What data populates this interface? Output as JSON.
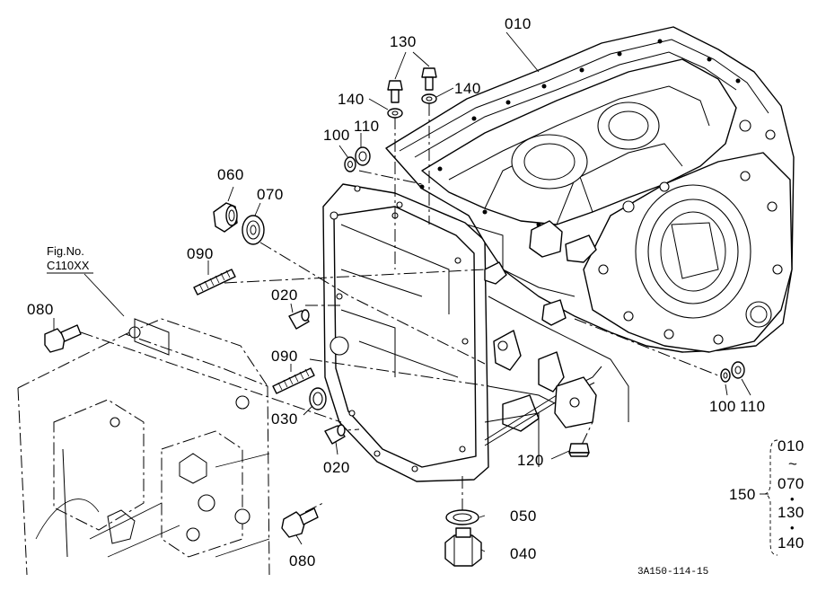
{
  "figure_ref": {
    "line1": "Fig.No.",
    "line2": "C110XX"
  },
  "drawing_code": "3A150-114-15",
  "callouts": {
    "p010": "010",
    "p130": "130",
    "p140a": "140",
    "p140b": "140",
    "p100a": "100",
    "p110a": "110",
    "p060": "060",
    "p070": "070",
    "p090a": "090",
    "p080a": "080",
    "p020a": "020",
    "p090b": "090",
    "p030": "030",
    "p020b": "020",
    "p080b": "080",
    "p050": "050",
    "p040": "040",
    "p120": "120",
    "p100b": "100",
    "p110b": "110"
  },
  "set_group": {
    "label": "150",
    "items": [
      "010",
      "070",
      "130",
      "140"
    ],
    "range_mark": "~",
    "dot_mark": "•"
  }
}
